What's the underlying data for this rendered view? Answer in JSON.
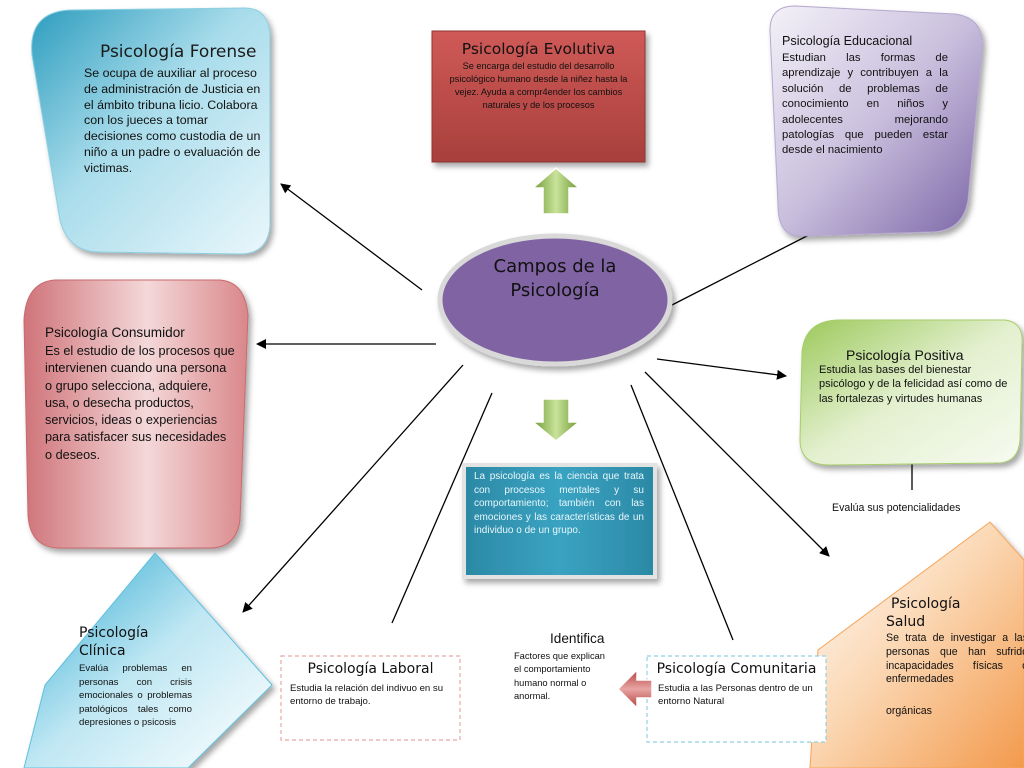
{
  "central": {
    "title_line1": "Campos de la",
    "title_line2": "Psicología"
  },
  "definition": {
    "text": "La psicología es la ciencia que trata con procesos mentales y su comportamiento; también con las emociones y las características de un individuo o de un grupo."
  },
  "forense": {
    "title": "Psicología Forense",
    "text": "Se ocupa de auxiliar al proceso de administración de Justicia en el ámbito tribuna licio. Colabora con los jueces a tomar decisiones como custodia de un niño a un padre o evaluación de victimas."
  },
  "evolutiva": {
    "title": "Psicología Evolutiva",
    "text": "Se encarga del estudio del desarrollo psicológico humano desde la niñez hasta la vejez. Ayuda a compr4ender los cambios naturales y de los procesos"
  },
  "educacional": {
    "title": "Psicología Educacional",
    "text": "Estudian las formas de aprendizaje y contribuyen a la solución de problemas de conocimiento en niños y adolecentes mejorando patologías que pueden estar desde el nacimiento"
  },
  "consumidor": {
    "title": "Psicología Consumidor",
    "text": "Es el estudio de los procesos que intervienen cuando una persona o grupo selecciona, adquiere, usa, o desecha productos, servicios, ideas o experiencias para satisfacer sus necesidades o deseos."
  },
  "positiva": {
    "title": "Psicología Positiva",
    "text": "Estudia las bases del bienestar psicólogo y de la felicidad así como de las fortalezas y virtudes humanas",
    "note": "Evalúa sus potencialidades"
  },
  "clinica": {
    "title_line1": "Psicología",
    "title_line2": "Clínica",
    "text": "Evalúa problemas en personas con crisis emocionales o problemas patológicos tales como depresiones o psicosis"
  },
  "laboral": {
    "title": "Psicología Laboral",
    "text": "Estudia la relación del indivuo en su entorno de trabajo."
  },
  "comunitaria": {
    "title": "Psicología Comunitaria",
    "text": "Estudia a las Personas dentro de un entorno Natural",
    "identifica_label": "Identifica",
    "identifica_text": "Factores que explican el comportamiento humano normal o anormal."
  },
  "salud": {
    "title_line1": "Psicología",
    "title_line2": "Salud",
    "text": "Se trata de investigar a las personas que han sufrido incapacidades físicas o enfermedades",
    "text_end": "orgánicas"
  },
  "colors": {
    "forense": "#62bfd9",
    "evolutiva": "#c0504d",
    "educacional": "#8d7ab2",
    "central": "#8064a2",
    "consumidor": "#d9878a",
    "positiva": "#b4d67a",
    "clinica": "#5fc0df",
    "salud": "#f5a55a",
    "definition": "#2d8aa5",
    "arrow_green": "#8dbb4a",
    "arrow_red": "#b3413f"
  }
}
